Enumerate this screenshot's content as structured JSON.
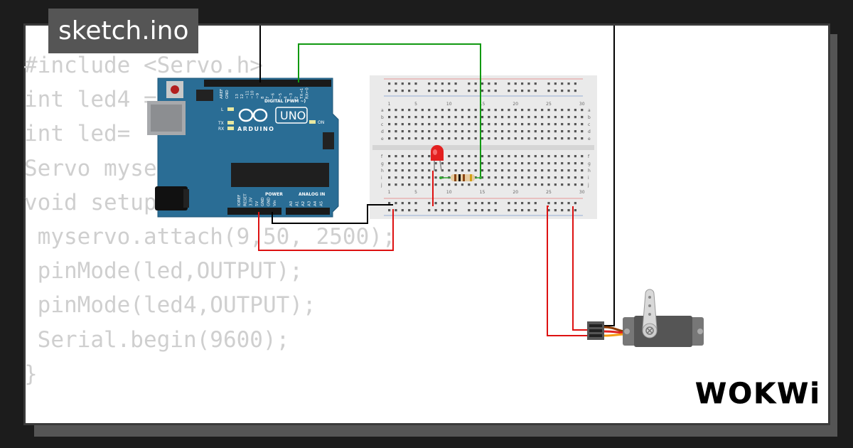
{
  "file_tab": {
    "label": "sketch.ino"
  },
  "code_lines": [
    "#include <Servo.h>",
    "int led4 = 4;",
    "int led=",
    "Servo myservo;",
    "void setup() {",
    " myservo.attach(9,50, 2500);",
    " pinMode(led,OUTPUT);",
    " pinMode(led4,OUTPUT);",
    " Serial.begin(9600);",
    "}"
  ],
  "board": {
    "model": "UNO",
    "brand": "ARDUINO",
    "digital_label": "DIGITAL (PWM ~)",
    "power_label": "POWER",
    "analog_label": "ANALOG IN",
    "l_label": "L",
    "tx_label": "TX",
    "rx_label": "RX",
    "on_label": "ON",
    "aref_gnd": [
      "AREF",
      "GND"
    ],
    "digital_pins": [
      "13",
      "12",
      "~11",
      "~10",
      "~9",
      "8",
      "7",
      "~6",
      "~5",
      "4",
      "~3",
      "2",
      "TX→1",
      "RX←0"
    ],
    "power_pins": [
      "IOREF",
      "RESET",
      "3.3V",
      "5V",
      "GND",
      "GND",
      "Vin"
    ],
    "analog_pins": [
      "A0",
      "A1",
      "A2",
      "A3",
      "A4",
      "A5"
    ]
  },
  "breadboard": {
    "col_numbers": [
      "1",
      "5",
      "10",
      "15",
      "20",
      "25",
      "30"
    ],
    "row_letters_top": [
      "a",
      "b",
      "c",
      "d",
      "e"
    ],
    "row_letters_bottom": [
      "f",
      "g",
      "h",
      "i",
      "j"
    ]
  },
  "brand_logo": "WOKWi",
  "colors": {
    "board": "#2a6d95",
    "wire_black": "#000000",
    "wire_red": "#dd1111",
    "wire_green": "#119911",
    "led": "#e32020",
    "code_text": "#cfcfcf"
  }
}
